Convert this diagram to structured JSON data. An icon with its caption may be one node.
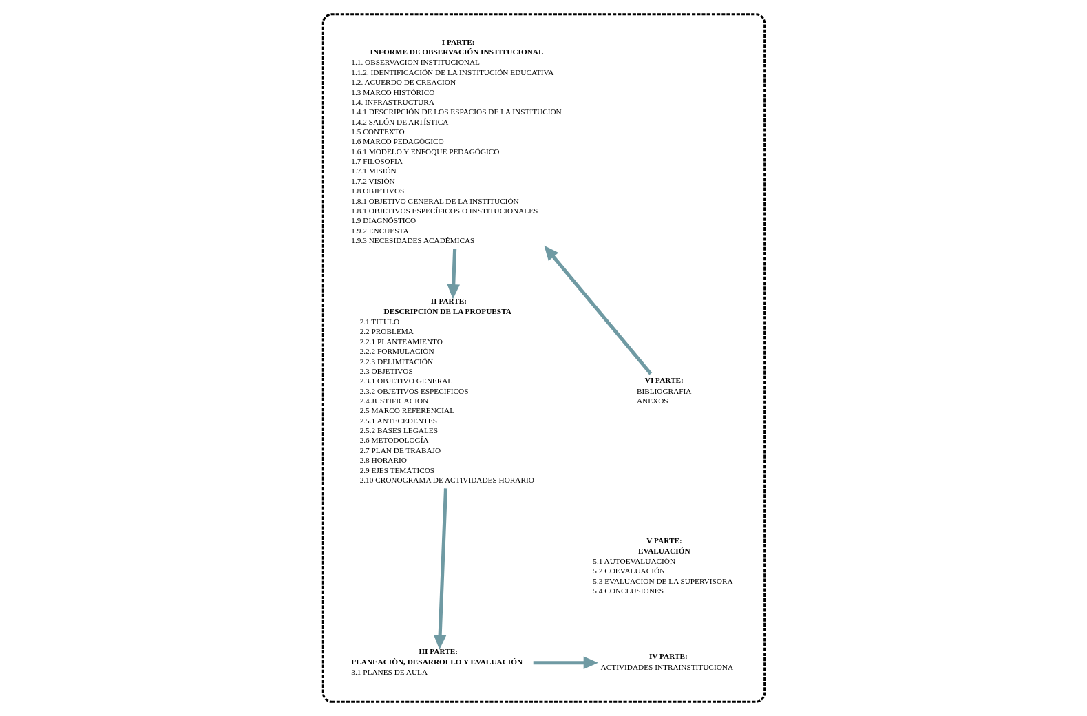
{
  "diagram": {
    "nodes": [
      {
        "text": [],
        "shape": "ellipse"
      },
      {
        "text": [
          "I PARTE:",
          "INFORME DE OBSERVACIÓN INSTITUCIONAL",
          "1.1. OBSERVACION INSTITUCIONAL",
          "1.1.2. IDENTIFICACIÓN DE LA INSTITUCIÓN EDUCATIVA",
          "1.2. ACUERDO DE CREACION",
          "1.3 MARCO HISTÓRICO",
          "1.4. INFRASTRUCTURA",
          "1.4.1 DESCRIPCIÓN DE LOS ESPACIOS DE LA INSTITUCION",
          "1.4.2 SALÓN DE ARTÍSTICA",
          "1.5 CONTEXTO",
          "1.6 MARCO PEDAGÓGICO",
          "1.6.1 MODELO Y ENFOQUE PEDAGÓGICO",
          "1.7 FILOSOFIA",
          "1.7.1 MISIÓN",
          "1.7.2 VISIÓN",
          "1.8 OBJETIVOS",
          "1.8.1 OBJETIVO GENERAL DE LA INSTITUCIÓN",
          "1.8.1 OBJETIVOS ESPECÍFICOS O INSTITUCIONALES",
          "1.9 DIAGNÓSTICO",
          "1.9.2 ENCUESTA",
          "1.9.3 NECESIDADES ACADÉMICAS"
        ],
        "in": 0
      },
      {
        "text": [
          "II PARTE:",
          "DESCRIPCIÓN DE LA PROPUESTA",
          "2.1 TITULO",
          "2.2 PROBLEMA",
          "2.2.1 PLANTEAMIENTO",
          "2.2.2 FORMULACIÓN",
          "2.2.3 DELIMITACIÓN",
          "2.3 OBJETIVOS",
          "2.3.1 OBJETIVO GENERAL",
          "2.3.2 OBJETIVOS ESPECÍFICOS",
          "2.4 JUSTIFICACION",
          "2.5 MARCO REFERENCIAL",
          "2.5.1 ANTECEDENTES",
          "2.5.2 BASES LEGALES",
          "2.6 METODOLOGÍA",
          "2.7 PLAN DE TRABAJO",
          "2.8 HORARIO",
          "2.9 EJES TEMÀTICOS",
          "2.10 CRONOGRAMA DE ACTIVIDADES HORARIO"
        ],
        "in": 0
      },
      {
        "text": [
          "III PARTE:",
          "PLANEACIÒN, DESARROLLO Y EVALUACIÓN",
          "3.1 PLANES DE AULA"
        ],
        "in": 0
      },
      {
        "text": [
          "IV PARTE:",
          "ACTIVIDADES INTRAINSTITUCIONA"
        ],
        "in": 0
      },
      {
        "text": [
          "V PARTE:",
          "EVALUACIÓN",
          "5.1 AUTOEVALUACIÓN",
          "5.2 COEVALUACIÓN",
          "5.3 EVALUACION DE LA SUPERVISORA",
          "5.4 CONCLUSIONES"
        ],
        "in": 0
      },
      {
        "text": [
          "VI PARTE:",
          "BIBLIOGRAFIA",
          "ANEXOS"
        ],
        "in": 0
      }
    ],
    "edges": [
      {
        "from": 1,
        "to": 2,
        "arrow": "to"
      },
      {
        "from": 2,
        "to": 3,
        "arrow": "to"
      },
      {
        "from": 3,
        "to": 4,
        "arrow": "to"
      },
      {
        "from": 6,
        "to": 1,
        "arrow": "to"
      }
    ]
  }
}
